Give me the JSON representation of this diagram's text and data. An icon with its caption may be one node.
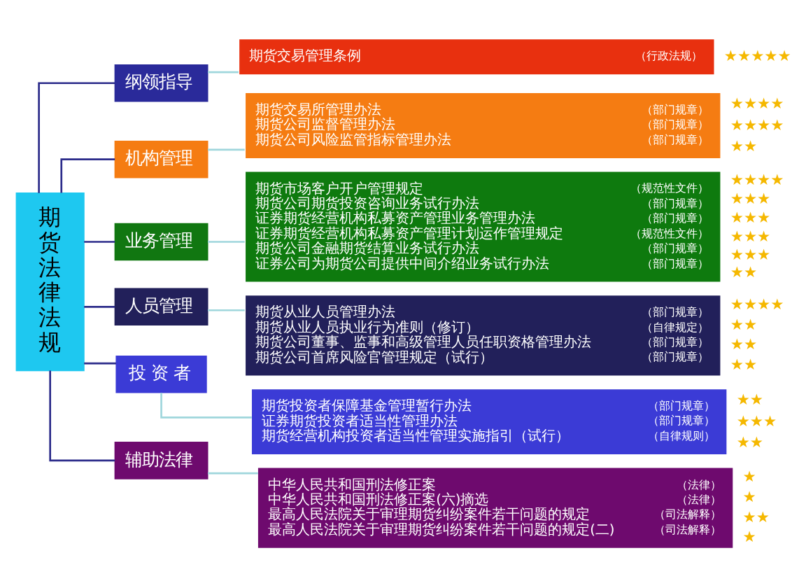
{
  "diagram": {
    "nodes": [
      {
        "text": [
          "期货法律法规"
        ]
      },
      {
        "text": [
          "纲领指导"
        ]
      },
      {
        "text": [
          "机构管理"
        ]
      },
      {
        "text": [
          "业务管理"
        ]
      },
      {
        "text": [
          "人员管理"
        ]
      },
      {
        "text": [
          "投 资 者"
        ]
      },
      {
        "text": [
          "辅助法律"
        ]
      },
      {
        "text": [
          "期货交易管理条例",
          "（行政法规）"
        ],
        "beside": [
          "★★★★★"
        ]
      },
      {
        "text": [
          "期货交易所管理办法",
          "（部门规章）",
          "期货公司监督管理办法",
          "（部门规章）",
          "期货公司风险监管指标管理办法",
          "（部门规章）"
        ],
        "beside": [
          "★★★★",
          "★★★★",
          "★★"
        ]
      },
      {
        "text": [
          "期货市场客户开户管理规定",
          "（规范性文件）",
          "期货公司期货投资咨询业务试行办法",
          "（部门规章）",
          "证券期货经营机构私募资产管理业务管理办法",
          "（部门规章）",
          "证券期货经营机构私募资产管理计划运作管理规定",
          "（规范性文件）",
          "期货公司金融期货结算业务试行办法",
          "（部门规章）",
          "证券公司为期货公司提供中间介绍业务试行办法",
          "（部门规章）"
        ],
        "beside": [
          "★★★★",
          "★★★",
          "★★★",
          "★★★",
          "★★★",
          "★★"
        ]
      },
      {
        "text": [
          "期货从业人员管理办法",
          "（部门规章）",
          "期货从业人员执业行为准则（修订）",
          "（自律规定）",
          "期货公司董事、监事和高级管理人员任职资格管理办法",
          "（部门规章）",
          "期货公司首席风险官管理规定（试行）",
          "（部门规章）"
        ],
        "beside": [
          "★★★★",
          "★★",
          "★★",
          "★★"
        ]
      },
      {
        "text": [
          "期货投资者保障基金管理暂行办法",
          "（部门规章）",
          "证券期货投资者适当性管理办法",
          "（部门规章）",
          "期货经营机构投资者适当性管理实施指引（试行）",
          "（自律规则）"
        ],
        "beside": [
          "★★",
          "★★★",
          "★★"
        ]
      },
      {
        "text": [
          "中华人民共和国刑法修正案",
          "（法律）",
          "中华人民共和国刑法修正案(六)摘选",
          "（法律）",
          "最高人民法院关于审理期货纠纷案件若干问题的规定",
          "（司法解释）",
          "最高人民法院关于审理期货纠纷案件若干问题的规定(二)",
          "（司法解释）"
        ],
        "beside": [
          "★",
          "★",
          "★★",
          "★"
        ]
      }
    ],
    "edges": [
      {
        "from": 0,
        "to": 1,
        "arrow": "none",
        "color": "#2b2b8a"
      },
      {
        "from": 0,
        "to": 2,
        "arrow": "none",
        "color": "#2b2b8a"
      },
      {
        "from": 0,
        "to": 3,
        "arrow": "none",
        "color": "#2b2b8a"
      },
      {
        "from": 0,
        "to": 4,
        "arrow": "none",
        "color": "#2b2b8a"
      },
      {
        "from": 0,
        "to": 5,
        "arrow": "none",
        "color": "#2b2b8a"
      },
      {
        "from": 0,
        "to": 6,
        "arrow": "none",
        "color": "#2b2b8a"
      },
      {
        "from": 1,
        "to": 7,
        "arrow": "none",
        "color": "#9fd6dc"
      },
      {
        "from": 2,
        "to": 8,
        "arrow": "none",
        "color": "#9fd6dc"
      },
      {
        "from": 3,
        "to": 9,
        "arrow": "none",
        "color": "#9fd6dc"
      },
      {
        "from": 4,
        "to": 10,
        "arrow": "none",
        "color": "#9fd6dc"
      },
      {
        "from": 5,
        "to": 11,
        "arrow": "none",
        "color": "#9fd6dc"
      },
      {
        "from": 6,
        "to": 12,
        "arrow": "none",
        "color": "#9fd6dc"
      }
    ]
  }
}
